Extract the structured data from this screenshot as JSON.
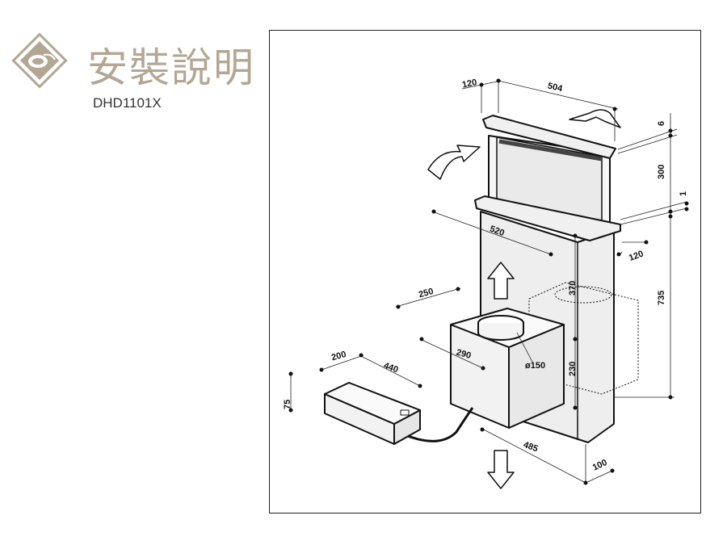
{
  "header": {
    "title": "安裝說明",
    "model": "DHD1101X",
    "brand_color": "#b3a794"
  },
  "diagram": {
    "dimensions": {
      "top_depth": "120",
      "top_width": "504",
      "top_thickness": "6",
      "rise_height": "300",
      "gap": "1",
      "base_width": "520",
      "base_depth": "120",
      "duct_height": "370",
      "body_height": "735",
      "motor_depth": "250",
      "motor_width": "290",
      "outlet_diameter": "ø150",
      "motor_height": "230",
      "control_depth": "200",
      "control_width": "440",
      "control_height": "75",
      "bottom_width": "485",
      "bottom_depth": "100"
    }
  }
}
